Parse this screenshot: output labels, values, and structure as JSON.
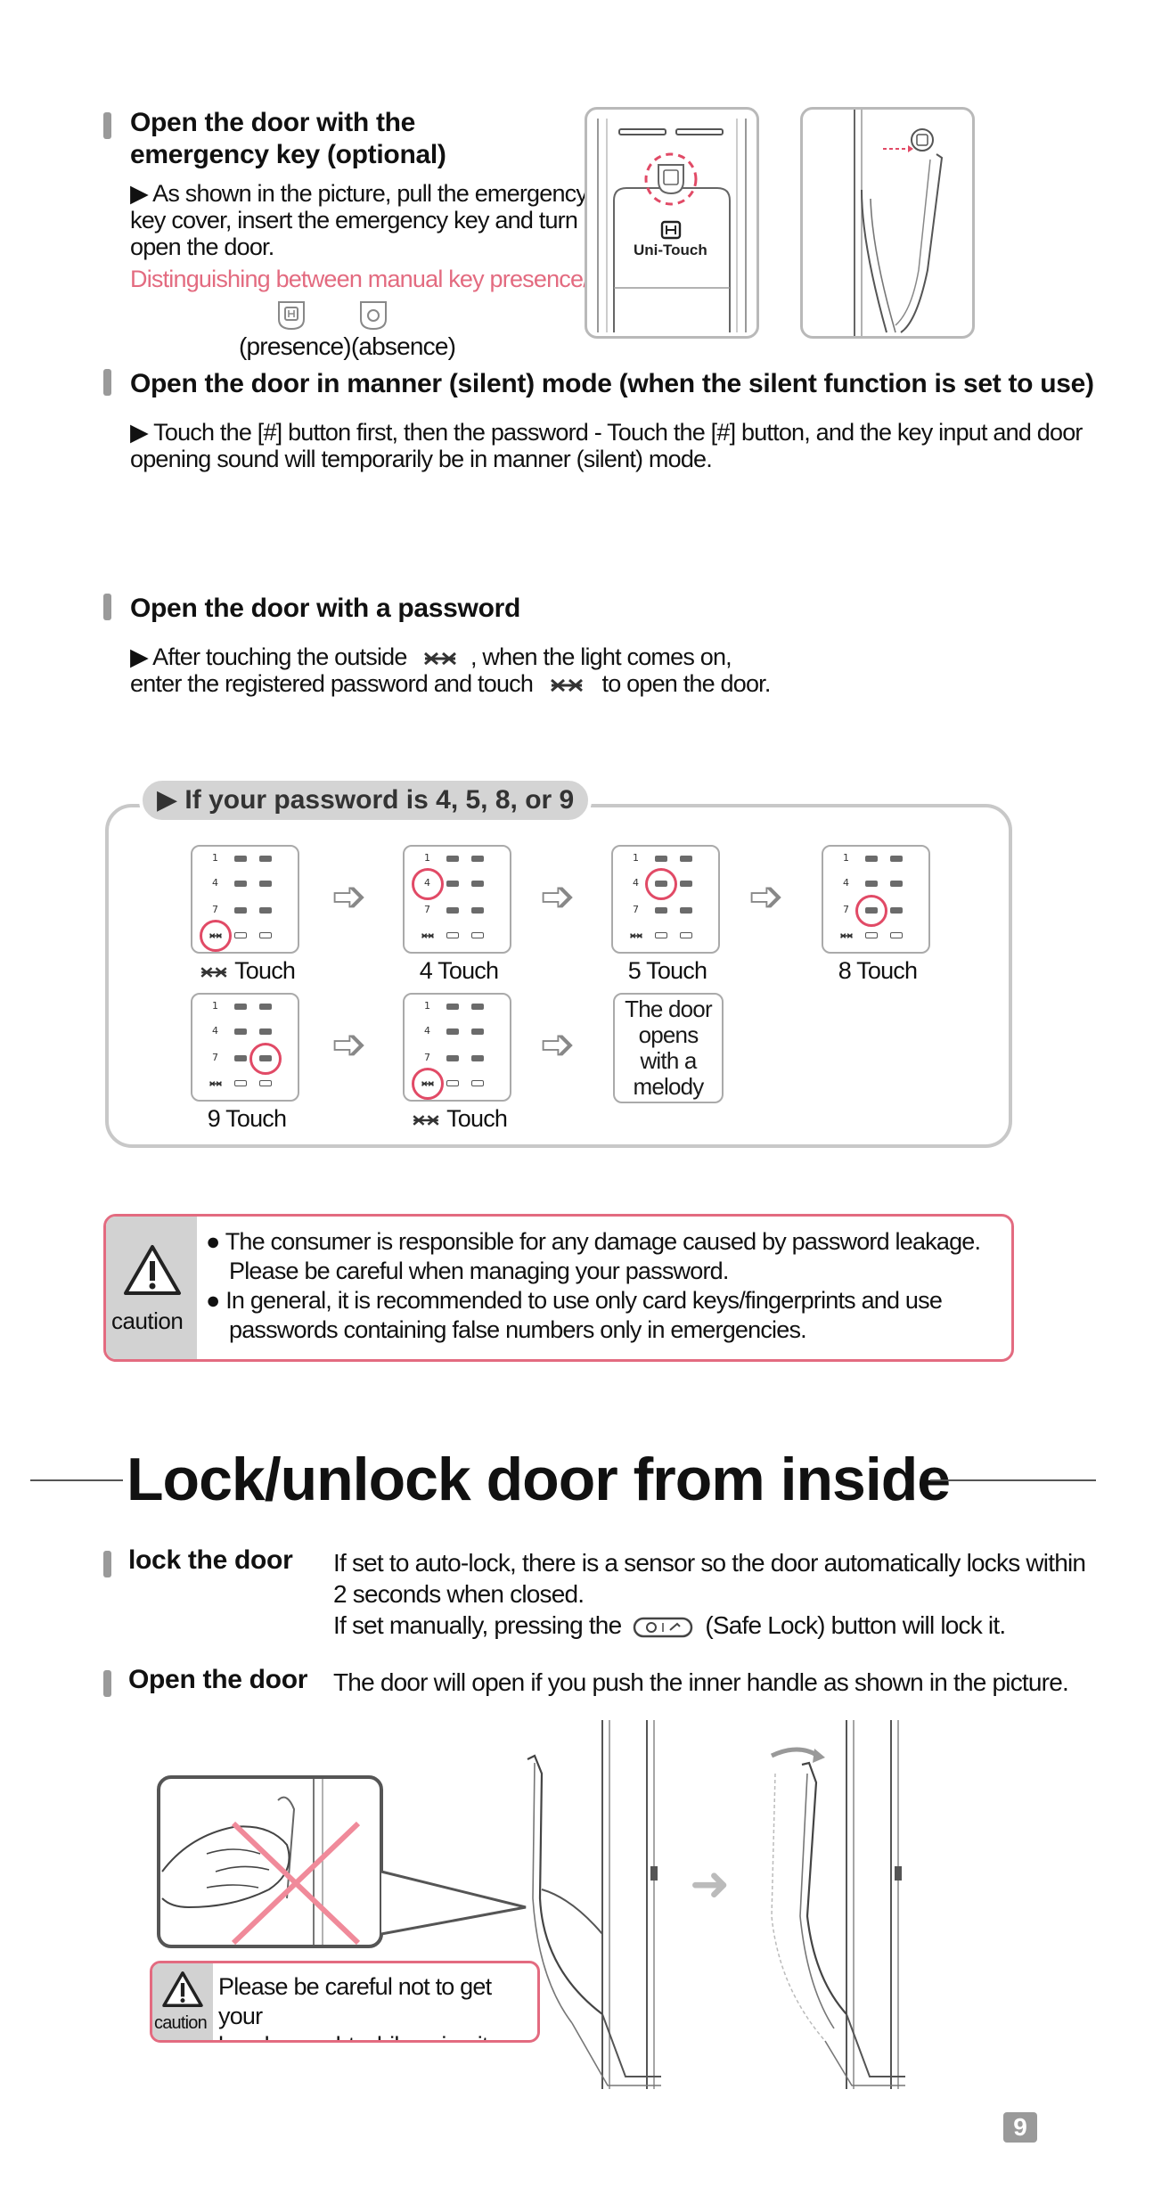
{
  "section1": {
    "title_line1": "Open the door with the",
    "title_line2": "emergency key (optional)",
    "body_line1": "▶ As shown in the picture, pull the emergency",
    "body_line2": "key cover, insert the emergency key and turn it to",
    "body_line3": "open the door.",
    "distinguish": "Distinguishing between manual key presence/absence",
    "presence_absence": "(presence)(absence)",
    "device_brand": "Uni-Touch"
  },
  "section2": {
    "title": "Open the door in manner (silent) mode (when the silent function is set to use)",
    "body_line1": "▶ Touch the [#] button first, then the password - Touch the [#] button, and the key input and door",
    "body_line2": "opening sound will temporarily be in manner (silent) mode."
  },
  "section3": {
    "title": "Open the door with a password",
    "line1_a": "▶ After touching the outside",
    "line1_b": ", when the light comes on,",
    "line2_a": "enter the registered password and touch",
    "line2_b": "to open the door."
  },
  "password_example": {
    "header": "▶ If your password is 4, 5, 8, or 9",
    "step1": "Touch",
    "step2": "4 Touch",
    "step3": "5 Touch",
    "step4": "8 Touch",
    "step5": "9 Touch",
    "step6": "Touch",
    "result_l1": "The door",
    "result_l2": "opens",
    "result_l3": "with a",
    "result_l4": "melody",
    "keys": {
      "k1": "1",
      "k4": "4",
      "k7": "7"
    }
  },
  "caution1": {
    "label": "caution",
    "line1": "● The consumer is responsible for any damage caused by password leakage.",
    "line2": "Please be careful when managing your password.",
    "line3": "● In general, it is recommended to use only card keys/fingerprints and use",
    "line4": "passwords containing false numbers only in emergencies."
  },
  "main_heading": "Lock/unlock door from inside",
  "lock": {
    "label": "lock the door",
    "line1": "If set to auto-lock, there is a sensor so the door automatically locks within",
    "line2": "2 seconds when closed.",
    "line3_a": "If set manually, pressing the",
    "line3_b": "(Safe Lock) button will lock it."
  },
  "open": {
    "label": "Open the door",
    "text": "The door will open if you push the inner handle as shown in the picture."
  },
  "caution2": {
    "label": "caution",
    "line1": "Please be careful not to get your",
    "line2": "hands caught while using it."
  },
  "page_number": "9"
}
